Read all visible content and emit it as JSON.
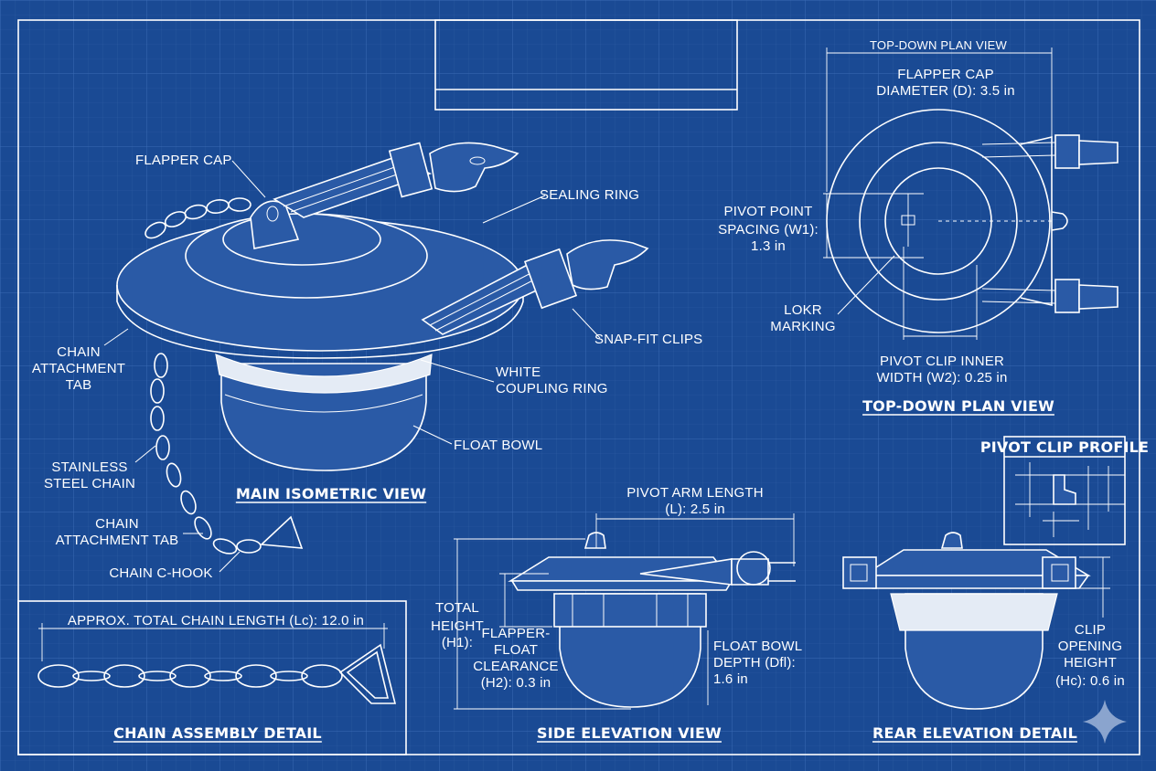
{
  "colors": {
    "background": "#1a4a94",
    "grid": "#3565ad",
    "ink": "#ffffff"
  },
  "titles": {
    "main": "MAIN ISOMETRIC VIEW",
    "plan": "TOP-DOWN PLAN VIEW",
    "plan_header": "TOP-DOWN PLAN VIEW",
    "chain": "CHAIN ASSEMBLY DETAIL",
    "side": "SIDE ELEVATION VIEW",
    "rear": "REAR ELEVATION DETAIL",
    "pivot_profile": "PIVOT CLIP PROFILE"
  },
  "iso_labels": {
    "flapper_cap": "FLAPPER CAP",
    "sealing_ring": "SEALING RING",
    "snap_fit": "SNAP-FIT CLIPS",
    "chain_tab": [
      "CHAIN",
      "ATTACHMENT",
      "TAB"
    ],
    "coupling": [
      "WHITE",
      "COUPLING RING"
    ],
    "float_bowl": "FLOAT BOWL",
    "steel_chain": [
      "STAINLESS",
      "STEEL CHAIN"
    ],
    "chain_tab2": [
      "CHAIN",
      "ATTACHMENT TAB"
    ],
    "c_hook": "CHAIN C-HOOK"
  },
  "plan_labels": {
    "cap_diameter": [
      "FLAPPER CAP",
      "DIAMETER (D): 3.5 in"
    ],
    "pivot_spacing": [
      "PIVOT POINT",
      "SPACING (W1):",
      "1.3 in"
    ],
    "lokr": [
      "LOKR",
      "MARKING"
    ],
    "pivot_width": [
      "PIVOT CLIP INNER",
      "WIDTH (W2): 0.25 in"
    ]
  },
  "chain_labels": {
    "length": "APPROX. TOTAL CHAIN LENGTH (Lc): 12.0 in"
  },
  "side_labels": {
    "arm_length": [
      "PIVOT ARM LENGTH",
      "(L): 2.5 in"
    ],
    "total_height": [
      "TOTAL",
      "HEIGHT",
      "(H1):"
    ],
    "clearance": [
      "FLAPPER-",
      "FLOAT",
      "CLEARANCE",
      "(H2): 0.3 in"
    ],
    "bowl_depth": [
      "FLOAT BOWL",
      "DEPTH (Dfl):",
      "1.6 in"
    ]
  },
  "rear_labels": {
    "clip_height": [
      "CLIP",
      "OPENING",
      "HEIGHT",
      "(Hc): 0.6 in"
    ]
  },
  "icons": [
    "sparkle-icon"
  ]
}
